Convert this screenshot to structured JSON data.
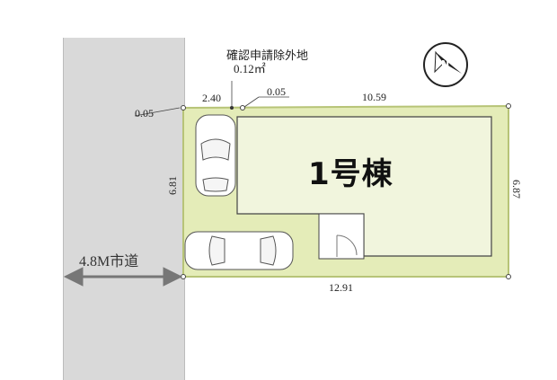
{
  "road": {
    "label": "4.8M市道"
  },
  "building": {
    "label": "1号棟"
  },
  "exclusion": {
    "title": "確認申請除外地",
    "area": "0.12㎡"
  },
  "dimensions": {
    "left_offset": "0.05",
    "top_left": "2.40",
    "top_mid_offset": "0.05",
    "top_right": "10.59",
    "left_side": "6.81",
    "right_side": "6.87",
    "bottom": "12.91"
  },
  "compass": {
    "letter": "N"
  },
  "colors": {
    "lot": "#e4ecb8",
    "lot_border": "#b7c477",
    "building": "#f1f5dd",
    "road": "#d9d9d9"
  }
}
